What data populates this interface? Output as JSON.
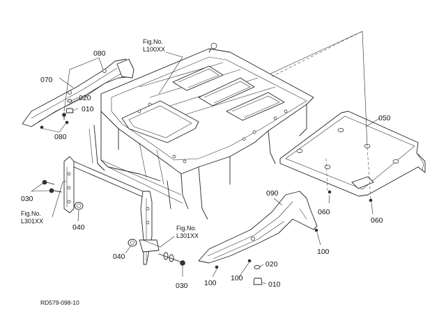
{
  "diagram": {
    "footer_code": "RD579-098-10",
    "labels": {
      "p070": "070",
      "p080_top": "080",
      "p020_left": "020",
      "p010_left": "010",
      "p080_bottom": "080",
      "p050": "050",
      "p060_a": "060",
      "p060_b": "060",
      "p030_left": "030",
      "p040_left": "040",
      "p040_bottom": "040",
      "p030_bottom": "030",
      "p090": "090",
      "p100_right": "100",
      "p100_a": "100",
      "p100_b": "100",
      "p020_right": "020",
      "p010_right": "010"
    },
    "fig_refs": {
      "top": {
        "line1": "Fig.No.",
        "line2": "L100XX"
      },
      "left": {
        "line1": "Fig.No.",
        "line2": "L301XX"
      },
      "mid": {
        "line1": "Fig.No.",
        "line2": "L301XX"
      }
    }
  }
}
